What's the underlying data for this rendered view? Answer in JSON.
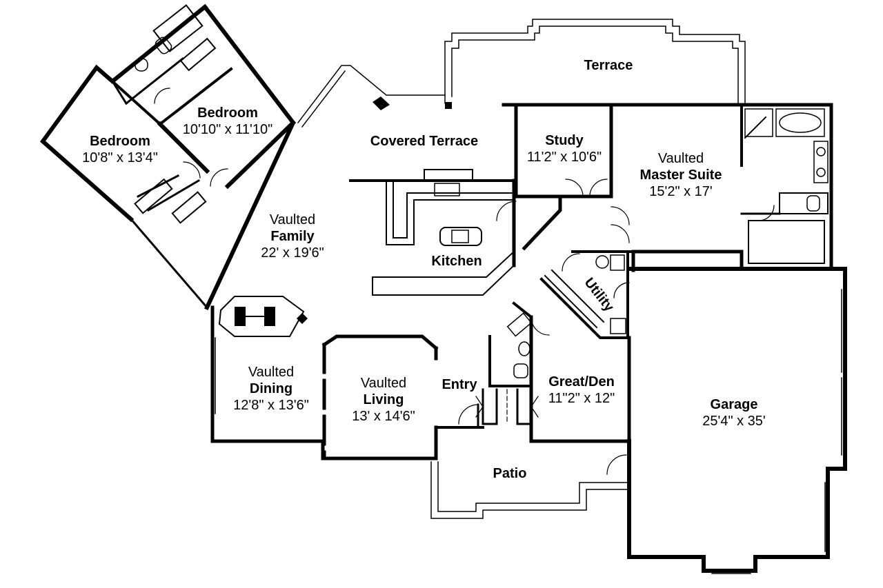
{
  "rooms": {
    "terrace": {
      "name": "Terrace"
    },
    "covered_terrace": {
      "name": "Covered Terrace"
    },
    "bedroom_upper": {
      "name": "Bedroom",
      "size": "10'10\" x 11'10\""
    },
    "bedroom_left": {
      "name": "Bedroom",
      "size": "10'8\" x 13'4\""
    },
    "study": {
      "name": "Study",
      "size": "11'2\" x 10'6\""
    },
    "master_suite": {
      "prefix": "Vaulted",
      "name": "Master Suite",
      "size": "15'2\" x 17'"
    },
    "family": {
      "prefix": "Vaulted",
      "name": "Family",
      "size": "22' x 19'6\""
    },
    "kitchen": {
      "name": "Kitchen"
    },
    "utility": {
      "name": "Utility"
    },
    "dining": {
      "prefix": "Vaulted",
      "name": "Dining",
      "size": "12'8\" x 13'6\""
    },
    "living": {
      "prefix": "Vaulted",
      "name": "Living",
      "size": "13' x 14'6\""
    },
    "entry": {
      "name": "Entry"
    },
    "great_den": {
      "name": "Great/Den",
      "size": "11\"2\" x 12\""
    },
    "garage": {
      "name": "Garage",
      "size": "25'4\" x 35'"
    },
    "patio": {
      "name": "Patio"
    }
  }
}
